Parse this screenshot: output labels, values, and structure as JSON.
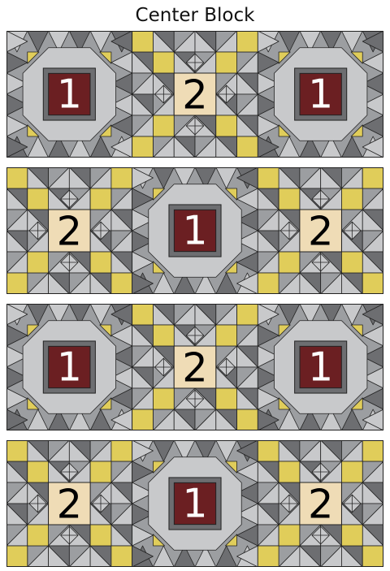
{
  "title": "Center Block",
  "colors": {
    "dark_gray": "#6d6e71",
    "mid_gray": "#9c9ea1",
    "light_gray": "#c8c9cb",
    "yellow": "#e0cd5a",
    "cream": "#efdcb6",
    "maroon": "#6b1f22",
    "outline": "#222222"
  },
  "rows": [
    {
      "blocks": [
        {
          "type": "1",
          "label": "1"
        },
        {
          "type": "2",
          "label": "2"
        },
        {
          "type": "1",
          "label": "1"
        }
      ]
    },
    {
      "blocks": [
        {
          "type": "2",
          "label": "2"
        },
        {
          "type": "1",
          "label": "1"
        },
        {
          "type": "2",
          "label": "2"
        }
      ]
    },
    {
      "blocks": [
        {
          "type": "1",
          "label": "1"
        },
        {
          "type": "2",
          "label": "2"
        },
        {
          "type": "1",
          "label": "1"
        }
      ]
    },
    {
      "blocks": [
        {
          "type": "2",
          "label": "2"
        },
        {
          "type": "1",
          "label": "1"
        },
        {
          "type": "2",
          "label": "2"
        }
      ]
    }
  ]
}
